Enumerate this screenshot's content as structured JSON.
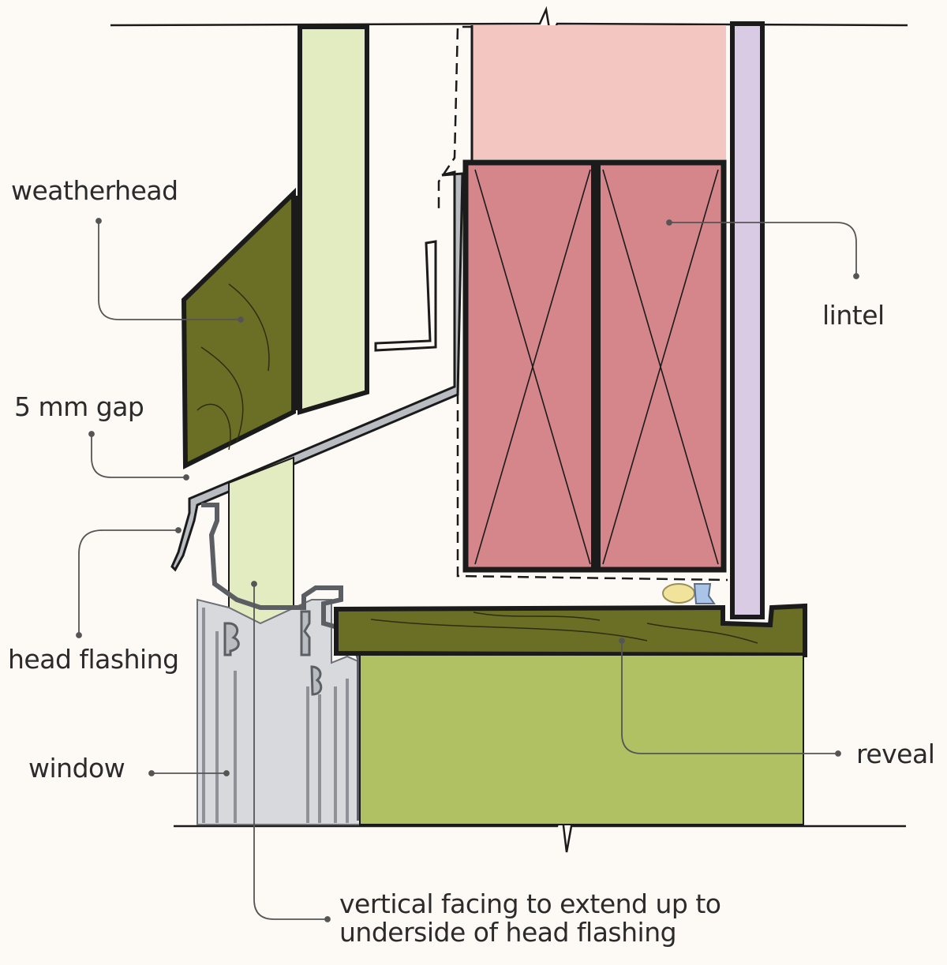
{
  "labels": {
    "weatherhead": "weatherhead",
    "lintel": "lintel",
    "gap": "5 mm gap",
    "head_flashing": "head flashing",
    "window": "window",
    "reveal": "reveal",
    "vertical_facing_line1": "vertical facing to extend up to",
    "vertical_facing_line2": "underside of head flashing"
  },
  "colors": {
    "background": "#fdf9f5",
    "outline": "#1b1b1b",
    "timber_dark_green": "#6b6f26",
    "facing_light_green": "#e3ecc0",
    "reveal_green": "#afc163",
    "lintel_red": "#d4868a",
    "lintel_pink": "#f3c6c1",
    "lining_lilac": "#dacbe5",
    "window_grey": "#d7d9dc",
    "window_frame_grey": "#b9bcc1",
    "leader_line": "#555555",
    "sealant_yellow": "#f1e39a",
    "sealant_blue": "#a9c4e6"
  }
}
